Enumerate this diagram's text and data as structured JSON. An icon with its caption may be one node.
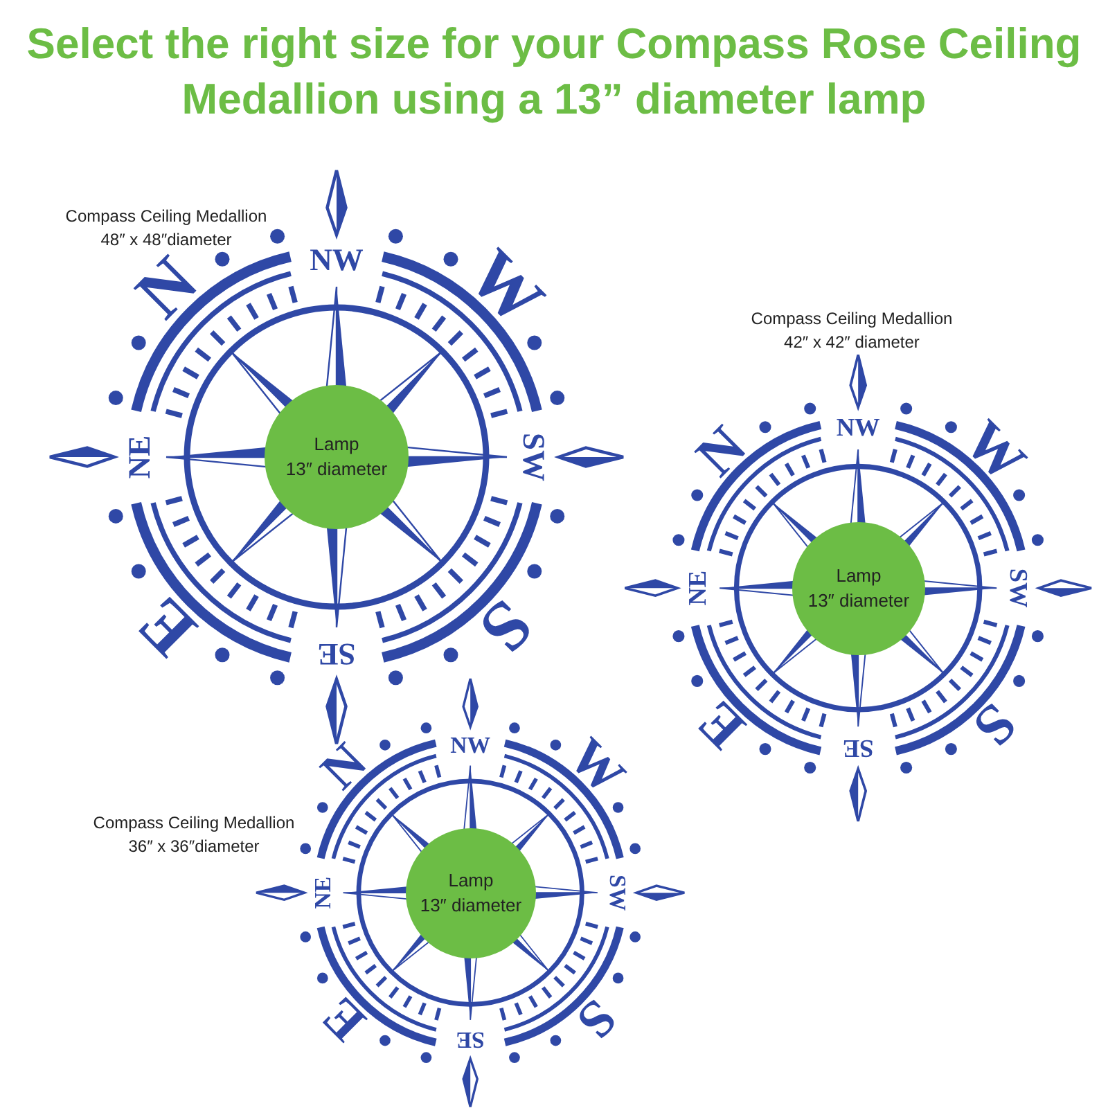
{
  "diagram": {
    "title": "Select the right size for your Compass Rose Ceiling Medallion using a 13” diameter lamp",
    "nodes": [
      {
        "text": [
          "N",
          "NW",
          "W",
          "NE",
          "SW",
          "E",
          "SE",
          "S"
        ],
        "beside": [
          "Compass Ceiling Medallion 48″ x 48″diameter"
        ]
      },
      {
        "text": [
          "Lamp",
          "13″ diameter"
        ],
        "in": 0
      },
      {
        "text": [
          "N",
          "NW",
          "W",
          "NE",
          "SW",
          "E",
          "SE",
          "S"
        ],
        "beside": [
          "Compass Ceiling Medallion 42″ x 42″ diameter"
        ]
      },
      {
        "text": [
          "Lamp",
          "13″ diameter"
        ],
        "in": 2
      },
      {
        "text": [
          "N",
          "NW",
          "W",
          "NE",
          "SW",
          "E",
          "SE",
          "S"
        ],
        "beside": [
          "Compass Ceiling Medallion 36″ x 36″diameter"
        ]
      },
      {
        "text": [
          "Lamp",
          "13″ diameter"
        ],
        "in": 4
      }
    ],
    "edges": []
  }
}
